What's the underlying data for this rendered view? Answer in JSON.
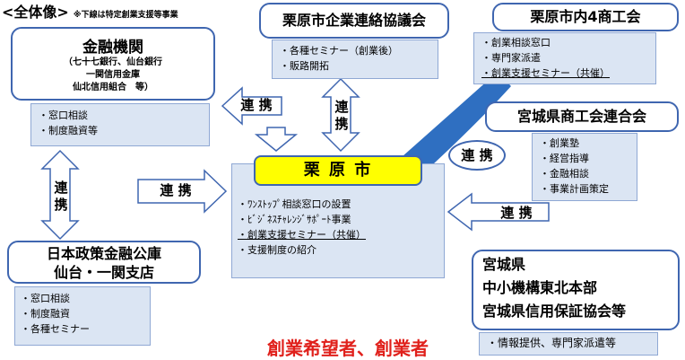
{
  "header": {
    "title": "<全体像>",
    "note": "※下線は特定創業支援等事業"
  },
  "finance": {
    "title": "金融機関",
    "sub": [
      "（七十七銀行、仙台銀行",
      "一関信用金庫",
      "仙北信用組合　等）"
    ],
    "items": [
      "・窓口相談",
      "・制度融資等"
    ]
  },
  "council": {
    "title": "栗原市企業連絡協議会",
    "items": [
      "・各種セミナー（創業後）",
      "・販路開拓"
    ]
  },
  "chambers4": {
    "title": "栗原市内4商工会",
    "items": [
      "・創業相談窓口",
      "・専門家派遣",
      "・創業支援セミナー（共催）"
    ]
  },
  "prefChamber": {
    "title": "宮城県商工会連合会",
    "items": [
      "・創業塾",
      "・経営指導",
      "・金融相談",
      "・事業計画策定"
    ]
  },
  "city": {
    "title": "栗 原 市",
    "items": [
      "・ﾜﾝｽﾄｯﾌﾟ相談窓口の設置",
      "・ﾋﾞｼﾞﾈｽﾁｬﾚﾝｼﾞｻﾎﾟｰﾄ事業",
      "・創業支援セミナー（共催）",
      "・支援制度の紹介"
    ]
  },
  "jfc": {
    "title": [
      "日本政策金融公庫",
      "仙台・一関支店"
    ],
    "items": [
      "・窓口相談",
      "・制度融資",
      "・各種セミナー"
    ]
  },
  "pref": {
    "title": [
      "宮城県",
      "中小機構東北本部",
      "宮城県信用保証協会等"
    ],
    "items": [
      "・情報提供、専門家派遣等"
    ]
  },
  "links": {
    "label": "連携",
    "label_spaced": "連 携",
    "chars": [
      "連",
      "携"
    ]
  },
  "target": "創業希望者、創業者",
  "colors": {
    "border": "#3f66b0",
    "panel": "#dbe5f3",
    "yellow": "#ffff00",
    "arrow_blue": "#2f6fc1",
    "red": "#e0201b"
  }
}
